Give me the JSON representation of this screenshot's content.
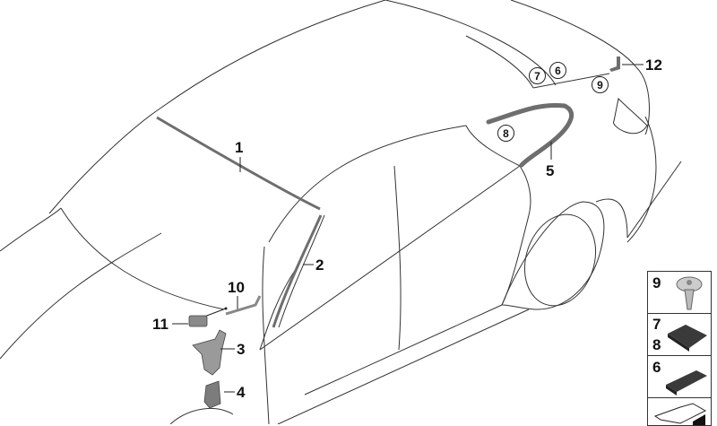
{
  "diagram": {
    "type": "parts exploded view",
    "subject": "car body side — windshield / window trim mouldings",
    "callouts": [
      {
        "id": "1",
        "label": "1"
      },
      {
        "id": "2",
        "label": "2"
      },
      {
        "id": "3",
        "label": "3"
      },
      {
        "id": "4",
        "label": "4"
      },
      {
        "id": "5",
        "label": "5"
      },
      {
        "id": "10",
        "label": "10"
      },
      {
        "id": "11",
        "label": "11"
      },
      {
        "id": "12",
        "label": "12"
      }
    ],
    "circled_refs": [
      {
        "label": "7"
      },
      {
        "label": "6"
      },
      {
        "label": "9"
      },
      {
        "label": "8"
      }
    ],
    "legend": [
      {
        "labels": [
          "9"
        ],
        "part": "screw-icon"
      },
      {
        "labels": [
          "7",
          "8"
        ],
        "part": "pad-block-icon"
      },
      {
        "labels": [
          "6"
        ],
        "part": "pad-strip-icon"
      },
      {
        "labels": [],
        "part": "illustration-reference-icon"
      }
    ],
    "colors": {
      "line": "#333333",
      "part": "#6e6e6e",
      "part_dark": "#3a3a3a",
      "background": "#ffffff"
    }
  }
}
